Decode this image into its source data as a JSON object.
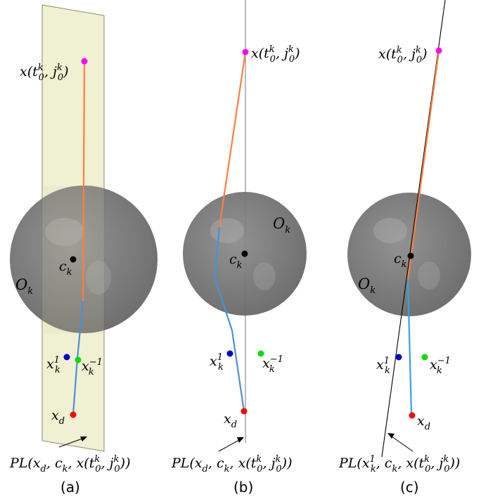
{
  "panels": [
    {
      "caption": "(a)",
      "start_label": {
        "base": "x(t",
        "sup1": "k",
        "sub1": "0",
        "mid": ", j",
        "sup2": "k",
        "sub2": "0",
        "end": ")"
      },
      "center_label": {
        "base": "c",
        "sub": "k"
      },
      "obstacle_label": {
        "base": "O",
        "sub": "k"
      },
      "point_plus": {
        "base": "x",
        "sup": "1",
        "sub": "k"
      },
      "point_minus": {
        "base": "x",
        "sup": "−1",
        "sub": "k"
      },
      "goal_label": {
        "base": "x",
        "sub": "d"
      },
      "plane_label": {
        "pre": "PL(x",
        "sub_a": "d",
        "sup_a": "",
        "mid1": ", c",
        "sub_b": "k",
        "mid2": ", x(t",
        "sup1": "k",
        "sub1": "0",
        "mid3": ", j",
        "sup2": "k",
        "sub2": "0",
        "end": "))"
      }
    },
    {
      "caption": "(b)",
      "start_label": {
        "base": "x(t",
        "sup1": "k",
        "sub1": "0",
        "mid": ", j",
        "sup2": "k",
        "sub2": "0",
        "end": ")"
      },
      "center_label": {
        "base": "c",
        "sub": "k"
      },
      "obstacle_label": {
        "base": "O",
        "sub": "k"
      },
      "point_plus": {
        "base": "x",
        "sup": "1",
        "sub": "k"
      },
      "point_minus": {
        "base": "x",
        "sup": "−1",
        "sub": "k"
      },
      "goal_label": {
        "base": "x",
        "sub": "d"
      },
      "plane_label": {
        "pre": "PL(x",
        "sub_a": "d",
        "sup_a": "",
        "mid1": ", c",
        "sub_b": "k",
        "mid2": ", x(t",
        "sup1": "k",
        "sub1": "0",
        "mid3": ", j",
        "sup2": "k",
        "sub2": "0",
        "end": "))"
      }
    },
    {
      "caption": "(c)",
      "start_label": {
        "base": "x(t",
        "sup1": "k",
        "sub1": "0",
        "mid": ", j",
        "sup2": "k",
        "sub2": "0",
        "end": ")"
      },
      "center_label": {
        "base": "c",
        "sub": "k"
      },
      "obstacle_label": {
        "base": "O",
        "sub": "k"
      },
      "point_plus": {
        "base": "x",
        "sup": "1",
        "sub": "k"
      },
      "point_minus": {
        "base": "x",
        "sup": "−1",
        "sub": "k"
      },
      "goal_label": {
        "base": "x",
        "sub": "d"
      },
      "plane_label": {
        "pre": "PL(x",
        "sub_a": "k",
        "sup_a": "1",
        "mid1": ", c",
        "sub_b": "k",
        "mid2": ", x(t",
        "sup1": "k",
        "sub1": "0",
        "mid3": ", j",
        "sup2": "k",
        "sub2": "0",
        "end": "))"
      }
    }
  ],
  "colors": {
    "start_point": "#ff00ff",
    "goal_point": "#ff0000",
    "plus_point": "#0000cc",
    "minus_point": "#00dd00",
    "center_point": "#000000",
    "sphere": "#6e6e6e",
    "plane_fill": "#f0f0d2",
    "path_before": "#ff7f3f",
    "path_after": "#4a90d9"
  }
}
